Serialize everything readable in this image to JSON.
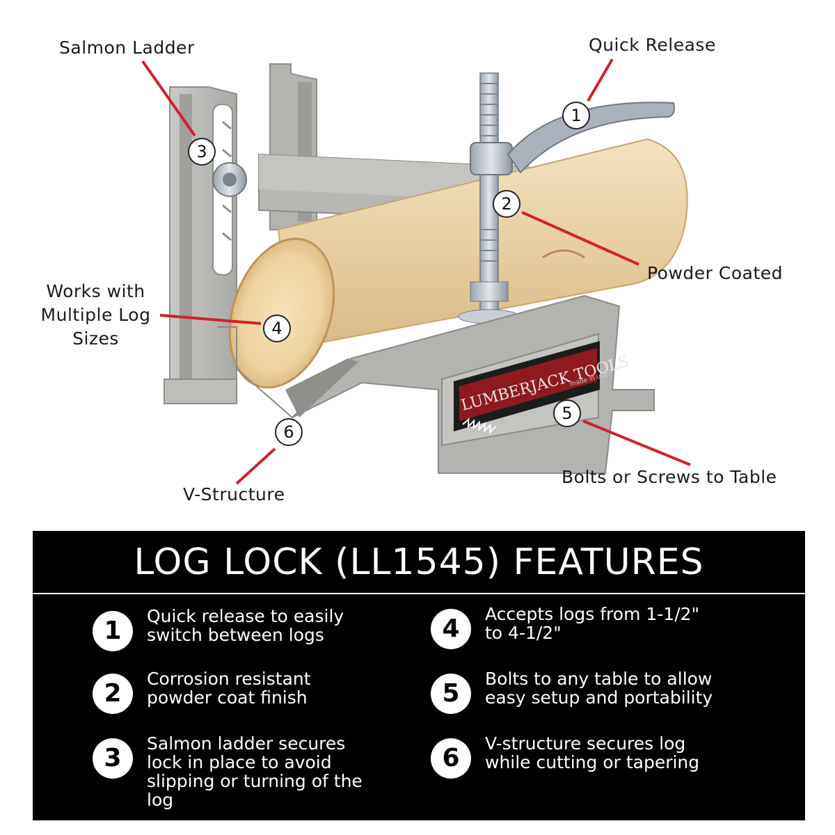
{
  "callouts": [
    {
      "number": "1",
      "label": "Quick Release"
    },
    {
      "number": "2",
      "label": "Powder Coated"
    },
    {
      "number": "3",
      "label": "Salmon Ladder"
    },
    {
      "number": "4",
      "label": "Works with Multiple Log Sizes"
    },
    {
      "number": "5",
      "label": "Bolts or Screws to Table"
    },
    {
      "number": "6",
      "label": "V-Structure"
    }
  ],
  "brand_plate": {
    "name": "LUMBERJACK TOOLS",
    "tagline": "made in usa"
  },
  "features_panel": {
    "title": "LOG LOCK (LL1545) FEATURES",
    "features": [
      {
        "number": "1",
        "text": "Quick release to easily switch between logs"
      },
      {
        "number": "2",
        "text": "Corrosion resistant powder coat finish"
      },
      {
        "number": "3",
        "text": "Salmon ladder secures lock in place to avoid slipping or turning of the log"
      },
      {
        "number": "4",
        "text": "Accepts logs from 1-1/2\" to 4-1/2\""
      },
      {
        "number": "5",
        "text": "Bolts to any table to allow easy setup and portability"
      },
      {
        "number": "6",
        "text": "V-structure secures log while cutting or tapering"
      }
    ]
  },
  "colors": {
    "leader": "#d41f2c",
    "steel": "#b9b9b6",
    "wood": "#e8cfa3",
    "panel": "#000000"
  }
}
